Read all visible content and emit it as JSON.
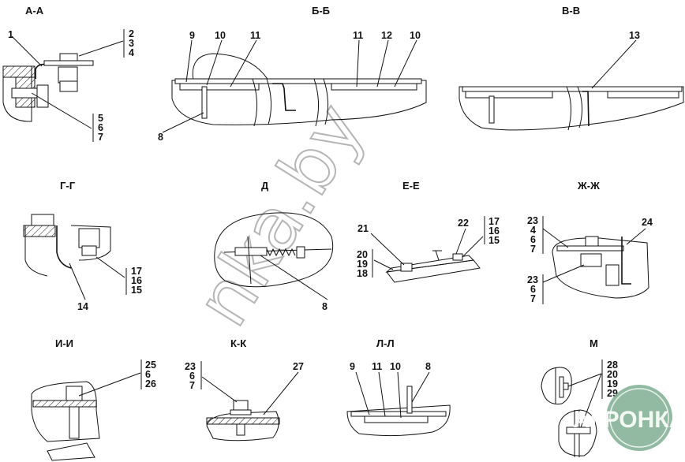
{
  "sections": {
    "aa": {
      "title": "А-А",
      "callouts": [
        "1"
      ],
      "group1": [
        "2",
        "3",
        "4"
      ],
      "group2": [
        "5",
        "6",
        "7"
      ]
    },
    "bb": {
      "title": "Б-Б",
      "callouts": [
        "9",
        "10",
        "11",
        "8",
        "11",
        "12",
        "10"
      ]
    },
    "vv": {
      "title": "В-В",
      "callouts": [
        "13"
      ]
    },
    "gg": {
      "title": "Г-Г",
      "group": [
        "17",
        "16",
        "15"
      ],
      "callouts": [
        "14"
      ]
    },
    "d": {
      "title": "Д",
      "callouts": [
        "8"
      ]
    },
    "ee": {
      "title": "Е-Е",
      "callouts": [
        "21",
        "22"
      ],
      "group1": [
        "20",
        "19",
        "18"
      ],
      "group2": [
        "17",
        "16",
        "15"
      ]
    },
    "zhzh": {
      "title": "Ж-Ж",
      "group1": [
        "23",
        "4",
        "6",
        "7"
      ],
      "callouts": [
        "24"
      ],
      "group2": [
        "23",
        "6",
        "7"
      ]
    },
    "ii": {
      "title": "И-И",
      "group": [
        "25",
        "6",
        "26"
      ]
    },
    "kk": {
      "title": "К-К",
      "group": [
        "23",
        "6",
        "7"
      ],
      "callouts": [
        "27"
      ]
    },
    "ll": {
      "title": "Л-Л",
      "callouts": [
        "9",
        "11",
        "10",
        "8"
      ]
    },
    "m": {
      "title": "М",
      "group": [
        "28",
        "20",
        "19",
        "29"
      ]
    }
  },
  "watermark": "nka.by",
  "logo": "АГРОНКА",
  "colors": {
    "logo": "#7fae92",
    "watermark": "#b5b5b5"
  }
}
